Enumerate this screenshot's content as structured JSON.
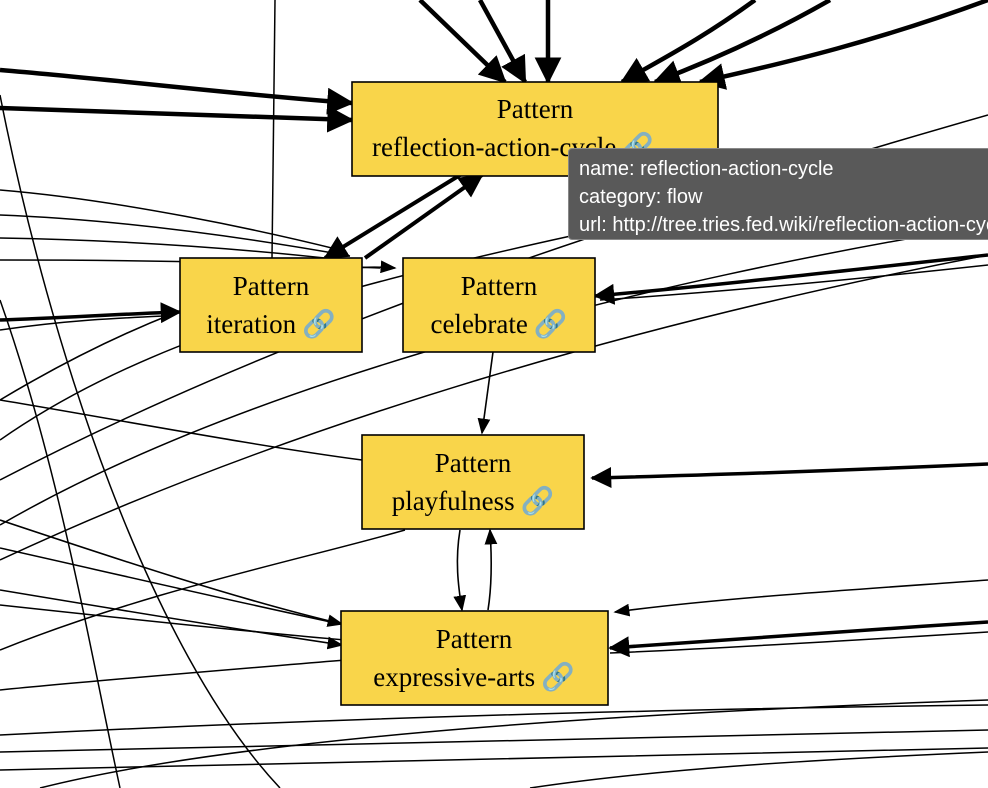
{
  "colors": {
    "node_fill": "#f9d54a",
    "node_stroke": "#000000",
    "edge": "#000000",
    "tooltip_bg": "#595959",
    "tooltip_text": "#ffffff"
  },
  "nodes": [
    {
      "id": "reflection-action-cycle",
      "line1": "Pattern",
      "line2": "reflection-action-cycle",
      "icon": "link-icon"
    },
    {
      "id": "iteration",
      "line1": "Pattern",
      "line2": "iteration",
      "icon": "link-icon"
    },
    {
      "id": "celebrate",
      "line1": "Pattern",
      "line2": "celebrate",
      "icon": "link-icon"
    },
    {
      "id": "playfulness",
      "line1": "Pattern",
      "line2": "playfulness",
      "icon": "link-icon"
    },
    {
      "id": "expressive-arts",
      "line1": "Pattern",
      "line2": "expressive-arts",
      "icon": "link-icon"
    }
  ],
  "tooltip": {
    "name_line": "name: reflection-action-cycle",
    "category_line": "category: flow",
    "url_line": "url: http://tree.tries.fed.wiki/reflection-action-cycle.html"
  }
}
